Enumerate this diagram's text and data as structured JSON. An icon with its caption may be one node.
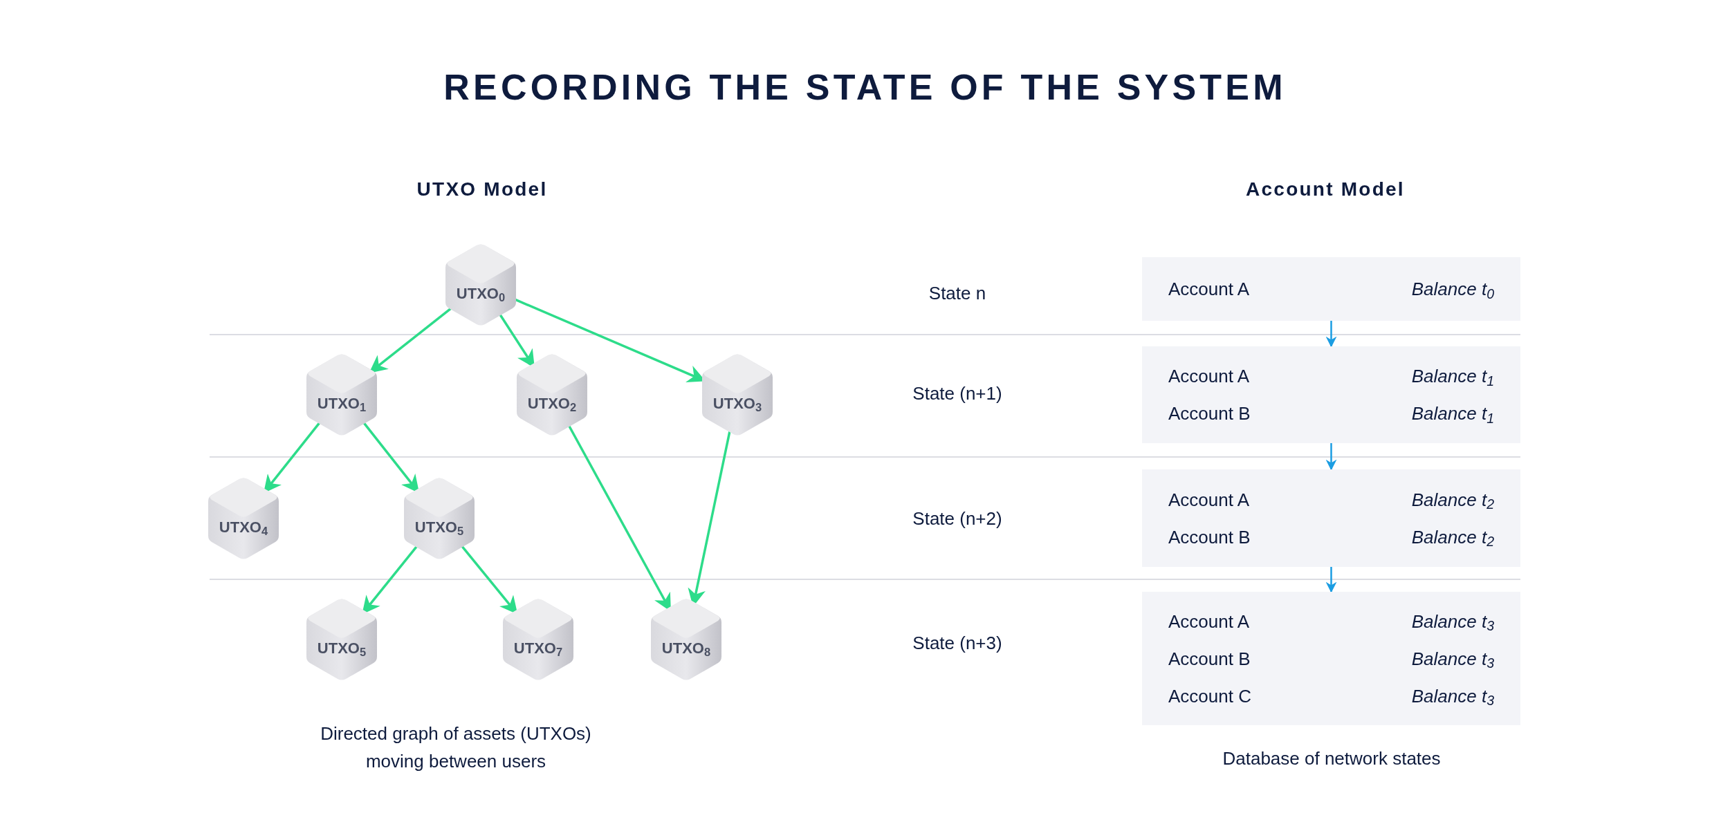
{
  "diagram": {
    "title": "RECORDING THE STATE OF THE SYSTEM",
    "nodes": [
      {
        "text": [
          "UTXO$_{0}$"
        ]
      },
      {
        "text": [
          "UTXO$_{1}$"
        ]
      },
      {
        "text": [
          "UTXO$_{2}$"
        ]
      },
      {
        "text": [
          "UTXO$_{3}$"
        ]
      },
      {
        "text": [
          "UTXO$_{4}$"
        ]
      },
      {
        "text": [
          "UTXO$_{5}$"
        ]
      },
      {
        "text": [
          "UTXO$_{5}$"
        ]
      },
      {
        "text": [
          "UTXO$_{7}$"
        ]
      },
      {
        "text": [
          "UTXO$_{8}$"
        ]
      },
      {
        "text": [
          "Account A",
          "Balance t$_{0}$"
        ]
      },
      {
        "text": [
          "Account A",
          "Balance t$_{1}$",
          "Account B",
          "Balance t$_{1}$"
        ]
      },
      {
        "text": [
          "Account A",
          "Balance t$_{2}$",
          "Account B",
          "Balance t$_{2}$"
        ]
      },
      {
        "text": [
          "Account A",
          "Balance t$_{3}$",
          "Account B",
          "Balance t$_{3}$",
          "Account C",
          "Balance t$_{3}$"
        ]
      }
    ],
    "edges": [
      {
        "from": 0,
        "to": 1,
        "arrow": "to"
      },
      {
        "from": 0,
        "to": 2,
        "arrow": "to"
      },
      {
        "from": 0,
        "to": 3,
        "arrow": "to"
      },
      {
        "from": 1,
        "to": 4,
        "arrow": "to"
      },
      {
        "from": 1,
        "to": 5,
        "arrow": "to"
      },
      {
        "from": 5,
        "to": 6,
        "arrow": "to"
      },
      {
        "from": 5,
        "to": 7,
        "arrow": "to"
      },
      {
        "from": 2,
        "to": 8,
        "arrow": "to"
      },
      {
        "from": 3,
        "to": 8,
        "arrow": "to"
      },
      {
        "from": 9,
        "to": 10,
        "arrow": "to",
        "color": "#1b9de2"
      },
      {
        "from": 10,
        "to": 11,
        "arrow": "to",
        "color": "#1b9de2"
      },
      {
        "from": 11,
        "to": 12,
        "arrow": "to",
        "color": "#1b9de2"
      }
    ],
    "labels": [
      "UTXO Model",
      "Account Model",
      "State n",
      "State (n+1)",
      "State (n+2)",
      "State (n+3)",
      "Directed graph of assets (UTXOs) moving between users",
      "Database of network states"
    ]
  }
}
